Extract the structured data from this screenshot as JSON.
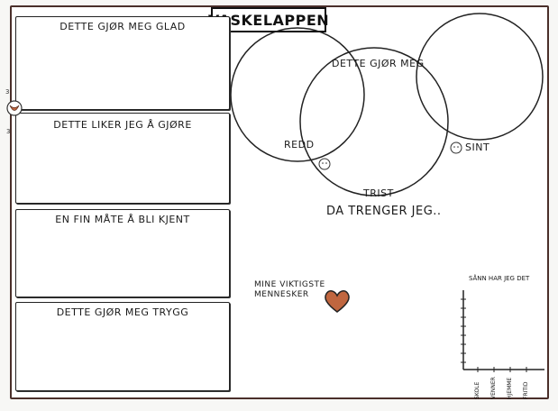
{
  "title": "VASKELAPPEN",
  "boxes": [
    {
      "label": "DETTE GJØR MEG GLAD"
    },
    {
      "label": "DETTE LIKER JEG Å GJØRE"
    },
    {
      "label": "EN FIN MÅTE Å BLI KJENT"
    },
    {
      "label": "DETTE GJØR MEG TRYGG"
    }
  ],
  "circles": {
    "top_label": "DETTE GJØR MEG",
    "redd": "REDD",
    "trist": "TRIST",
    "sint": "SINT"
  },
  "needs_text": "DA TRENGER JEG..",
  "important_people": {
    "line1": "MINE VIKTIGSTE",
    "line2": "MENNESKER"
  },
  "graph": {
    "title": "SÅNN HAR JEG DET",
    "categories": [
      "SKOLE",
      "VENNER",
      "HJEMME",
      "FRITID"
    ]
  },
  "colors": {
    "heart": "#c0663f",
    "border": "#4a2f2a"
  },
  "icons": [
    "clip-icon",
    "face-icon",
    "heart-icon"
  ]
}
